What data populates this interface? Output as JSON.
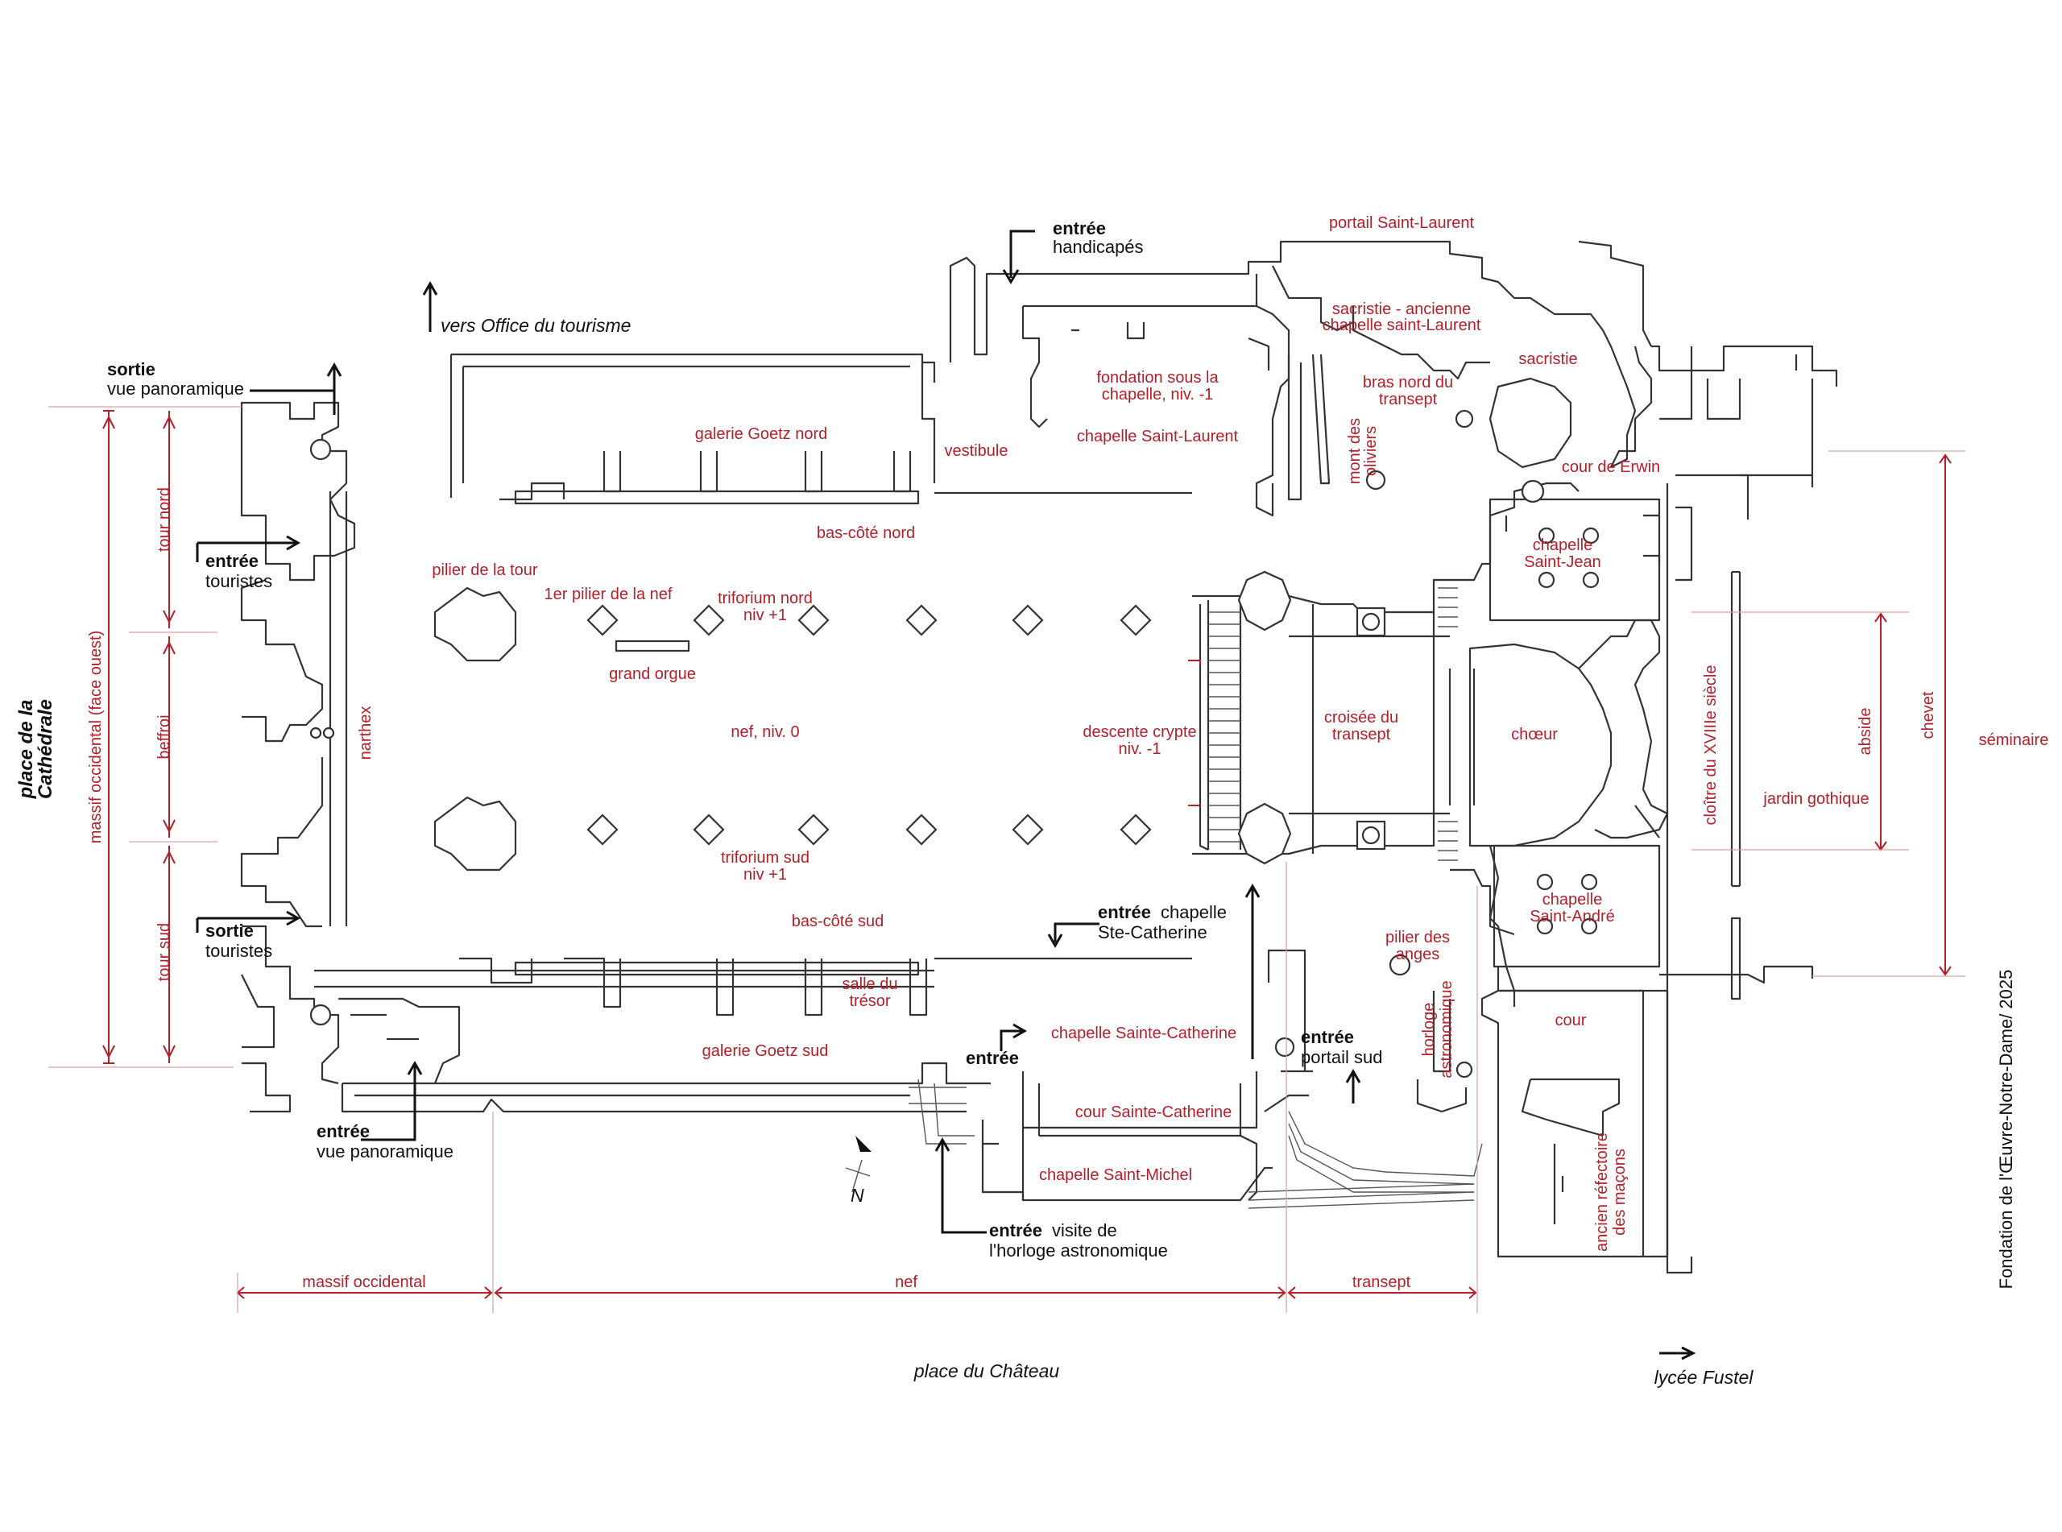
{
  "labels": {
    "portail_saint_laurent": "portail Saint-Laurent",
    "sacristie_ancienne_1": "sacristie - ancienne",
    "sacristie_ancienne_2": "chapelle saint-Laurent",
    "sacristie": "sacristie",
    "fondation_1": "fondation sous la",
    "fondation_2": "chapelle, niv. -1",
    "chapelle_saint_laurent": "chapelle Saint-Laurent",
    "bras_nord_1": "bras nord du",
    "bras_nord_2": "transept",
    "mont_oliviers_1": "mont des",
    "mont_oliviers_2": "oliviers",
    "galerie_goetz_nord": "galerie Goetz nord",
    "vestibule": "vestibule",
    "cour_erwin": "cour de Erwin",
    "bas_cote_nord": "bas-côté nord",
    "chapelle_saint_jean_1": "chapelle",
    "chapelle_saint_jean_2": "Saint-Jean",
    "pilier_tour": "pilier de la tour",
    "premier_pilier": "1er pilier de la nef",
    "triforium_nord_1": "triforium nord",
    "triforium_nord_2": "niv +1",
    "grand_orgue": "grand orgue",
    "nef_niv0": "nef, niv. 0",
    "descente_crypte_1": "descente crypte",
    "descente_crypte_2": "niv. -1",
    "croisee_1": "croisée du",
    "croisee_2": "transept",
    "choeur": "chœur",
    "cloitre": "cloître du XVIIIe siècle",
    "jardin_gothique": "jardin gothique",
    "abside": "abside",
    "chevet": "chevet",
    "seminaire": "séminaire",
    "narthex": "narthex",
    "triforium_sud_1": "triforium sud",
    "triforium_sud_2": "niv +1",
    "bas_cote_sud": "bas-côté sud",
    "salle_tresor_1": "salle du",
    "salle_tresor_2": "trésor",
    "galerie_goetz_sud": "galerie Goetz sud",
    "chapelle_sainte_catherine": "chapelle Sainte-Catherine",
    "cour_sainte_catherine": "cour Sainte-Catherine",
    "chapelle_saint_michel": "chapelle Saint-Michel",
    "pilier_anges_1": "pilier des",
    "pilier_anges_2": "anges",
    "horloge_1": "horloge",
    "horloge_2": "astronomique",
    "chapelle_saint_andre_1": "chapelle",
    "chapelle_saint_andre_2": "Saint-André",
    "cour": "cour",
    "refectoire_1": "ancien réfectoire",
    "refectoire_2": "des maçons",
    "tour_nord": "tour nord",
    "beffroi": "beffroi",
    "tour_sud": "tour sud",
    "massif_face_ouest": "massif occidental (face ouest)"
  },
  "dimensions": {
    "massif_occidental": "massif occidental",
    "nef": "nef",
    "transept": "transept"
  },
  "entries": {
    "entree_handicapes_b": "entrée",
    "entree_handicapes": "handicapés",
    "sortie_panoramique_b": "sortie",
    "sortie_panoramique": "vue panoramique",
    "entree_touristes_b": "entrée",
    "entree_touristes": "touristes",
    "sortie_touristes_b": "sortie",
    "sortie_touristes": "touristes",
    "entree_panoramique_b": "entrée",
    "entree_panoramique": "vue panoramique",
    "entree_chapelle_b": "entrée",
    "entree_chapelle_1": "chapelle",
    "entree_chapelle_2": "Ste-Catherine",
    "entree_simple": "entrée",
    "entree_portail_b": "entrée",
    "entree_portail": "portail sud",
    "entree_horloge_b": "entrée",
    "entree_horloge_1": "visite de",
    "entree_horloge_2": "l'horloge astronomique"
  },
  "places": {
    "office_tourisme": "vers Office du tourisme",
    "place_cathedrale_1": "place de la",
    "place_cathedrale_2": "Cathédrale",
    "place_chateau": "place du Château",
    "lycee": "lycée Fustel",
    "north": "N"
  },
  "credit": "Fondation de l'Œuvre-Notre-Dame/ 2025",
  "colors": {
    "label_red": "#b3202a",
    "wall": "#333333",
    "arrow": "#111111"
  }
}
